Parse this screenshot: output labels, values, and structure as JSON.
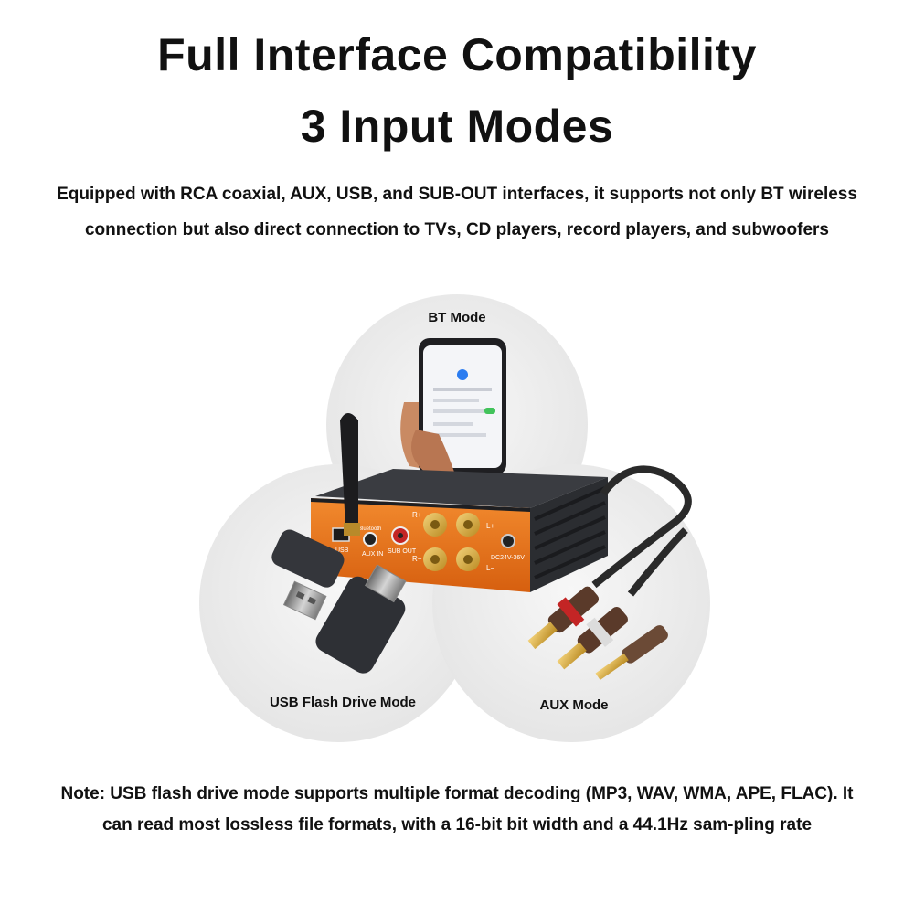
{
  "header": {
    "title_line1": "Full Interface Compatibility",
    "title_line2": "3 Input Modes"
  },
  "description": "Equipped with RCA coaxial, AUX, USB, and SUB-OUT interfaces, it supports not only BT wireless connection but also direct connection to TVs, CD players, record players, and subwoofers",
  "modes": {
    "bt": "BT Mode",
    "usb": "USB Flash Drive Mode",
    "aux": "AUX Mode"
  },
  "device_labels": {
    "usb": "USB",
    "aux_in": "AUX IN",
    "sub_out": "SUB OUT",
    "bluetooth": "Bluetooth",
    "r_plus": "R+",
    "r_minus": "R−",
    "l_plus": "L+",
    "l_minus": "L−",
    "power": "DC24V-36V"
  },
  "note": "Note: USB flash drive mode supports multiple format decoding (MP3, WAV, WMA, APE, FLAC). It can read most lossless file formats, with a 16-bit bit width and a 44.1Hz sam-pling rate",
  "colors": {
    "accent_orange": "#e8731a",
    "circle_fill": "#ececec",
    "device_body": "#2b2d31"
  }
}
